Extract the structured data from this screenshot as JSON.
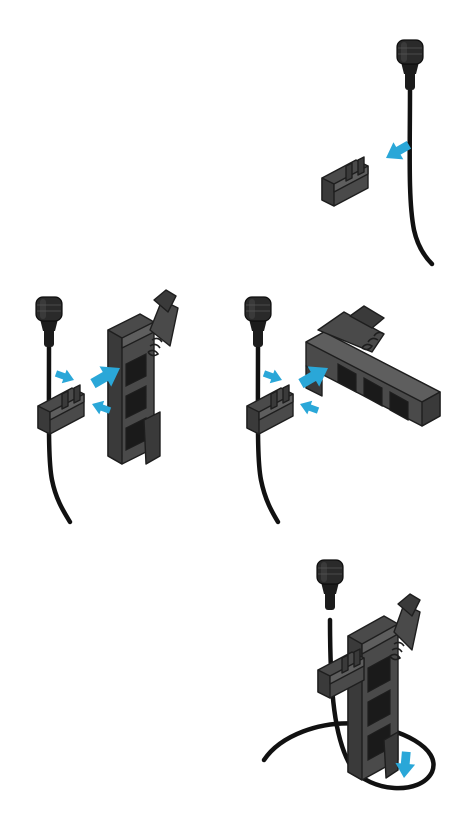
{
  "colors": {
    "arrow": "#2aa7d8",
    "clip": "#4a4a4a",
    "cable": "#111111",
    "background": "#ffffff"
  },
  "icons": {
    "microphone": "lavalier-microphone-icon",
    "holder": "cable-holder-icon",
    "clip": "tie-clip-icon",
    "arrow": "insert-arrow-icon"
  },
  "steps": [
    {
      "name": "step-1",
      "description_visible": ""
    },
    {
      "name": "step-2",
      "description_visible": ""
    },
    {
      "name": "step-3",
      "description_visible": ""
    },
    {
      "name": "step-4",
      "description_visible": ""
    }
  ]
}
